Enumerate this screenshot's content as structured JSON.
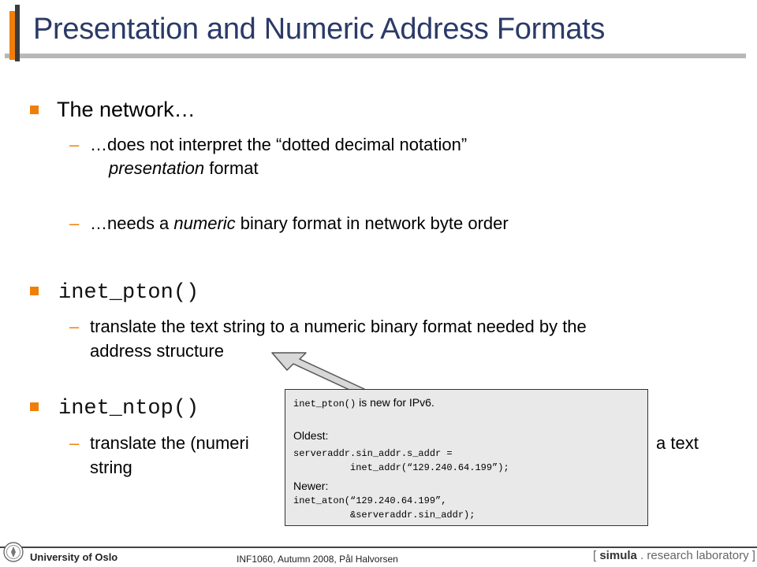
{
  "title": "Presentation and Numeric Address Formats",
  "bullets": [
    {
      "label": "The network…",
      "subs": [
        {
          "line1_pre": "…does not interpret the “dotted decimal notation”",
          "line2_em": "presentation",
          "line2_post": " format"
        },
        {
          "pre": "…needs a ",
          "em": "numeric",
          "post": " binary format in network byte order"
        }
      ]
    },
    {
      "code": "inet_pton()",
      "sub_line1": "translate the text string to a numeric binary format needed by the",
      "sub_line2": "address structure"
    },
    {
      "code": "inet_ntop()",
      "sub_line1": "translate the (numeri",
      "sub_line1_tail": "a text",
      "sub_line2": "string"
    }
  ],
  "callout": {
    "line1_code": "inet_pton()",
    "line1_text": " is new for IPv6.",
    "oldest_label": "Oldest:",
    "oldest_code1": "serveraddr.sin_addr.s_addr =",
    "oldest_code2": "          inet_addr(“129.240.64.199”);",
    "newer_label": "Newer:",
    "newer_code1": "inet_aton(“129.240.64.199”,",
    "newer_code2": "          &serveraddr.sin_addr);"
  },
  "footer": {
    "university": "University of Oslo",
    "course": "INF1060,  Autumn 2008,  Pål Halvorsen",
    "lab_open": "[",
    "lab_simula": "simula",
    "lab_rest": ". research laboratory",
    "lab_close": "]"
  },
  "colors": {
    "accent": "#f07f0a",
    "title": "#2b3a67",
    "callout_bg": "#e9e9e9"
  }
}
